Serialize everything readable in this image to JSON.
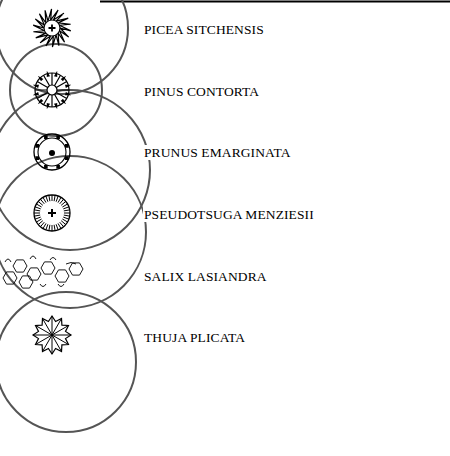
{
  "diagram": {
    "legend": [
      {
        "text": "PICEA SITCHENSIS"
      },
      {
        "text": "PINUS CONTORTA"
      },
      {
        "text": "PRUNUS EMARGINATA"
      },
      {
        "text": "PSEUDOTSUGA MENZIESII"
      },
      {
        "text": "SALIX LASIANDRA"
      },
      {
        "text": "THUJA PLICATA"
      }
    ]
  }
}
